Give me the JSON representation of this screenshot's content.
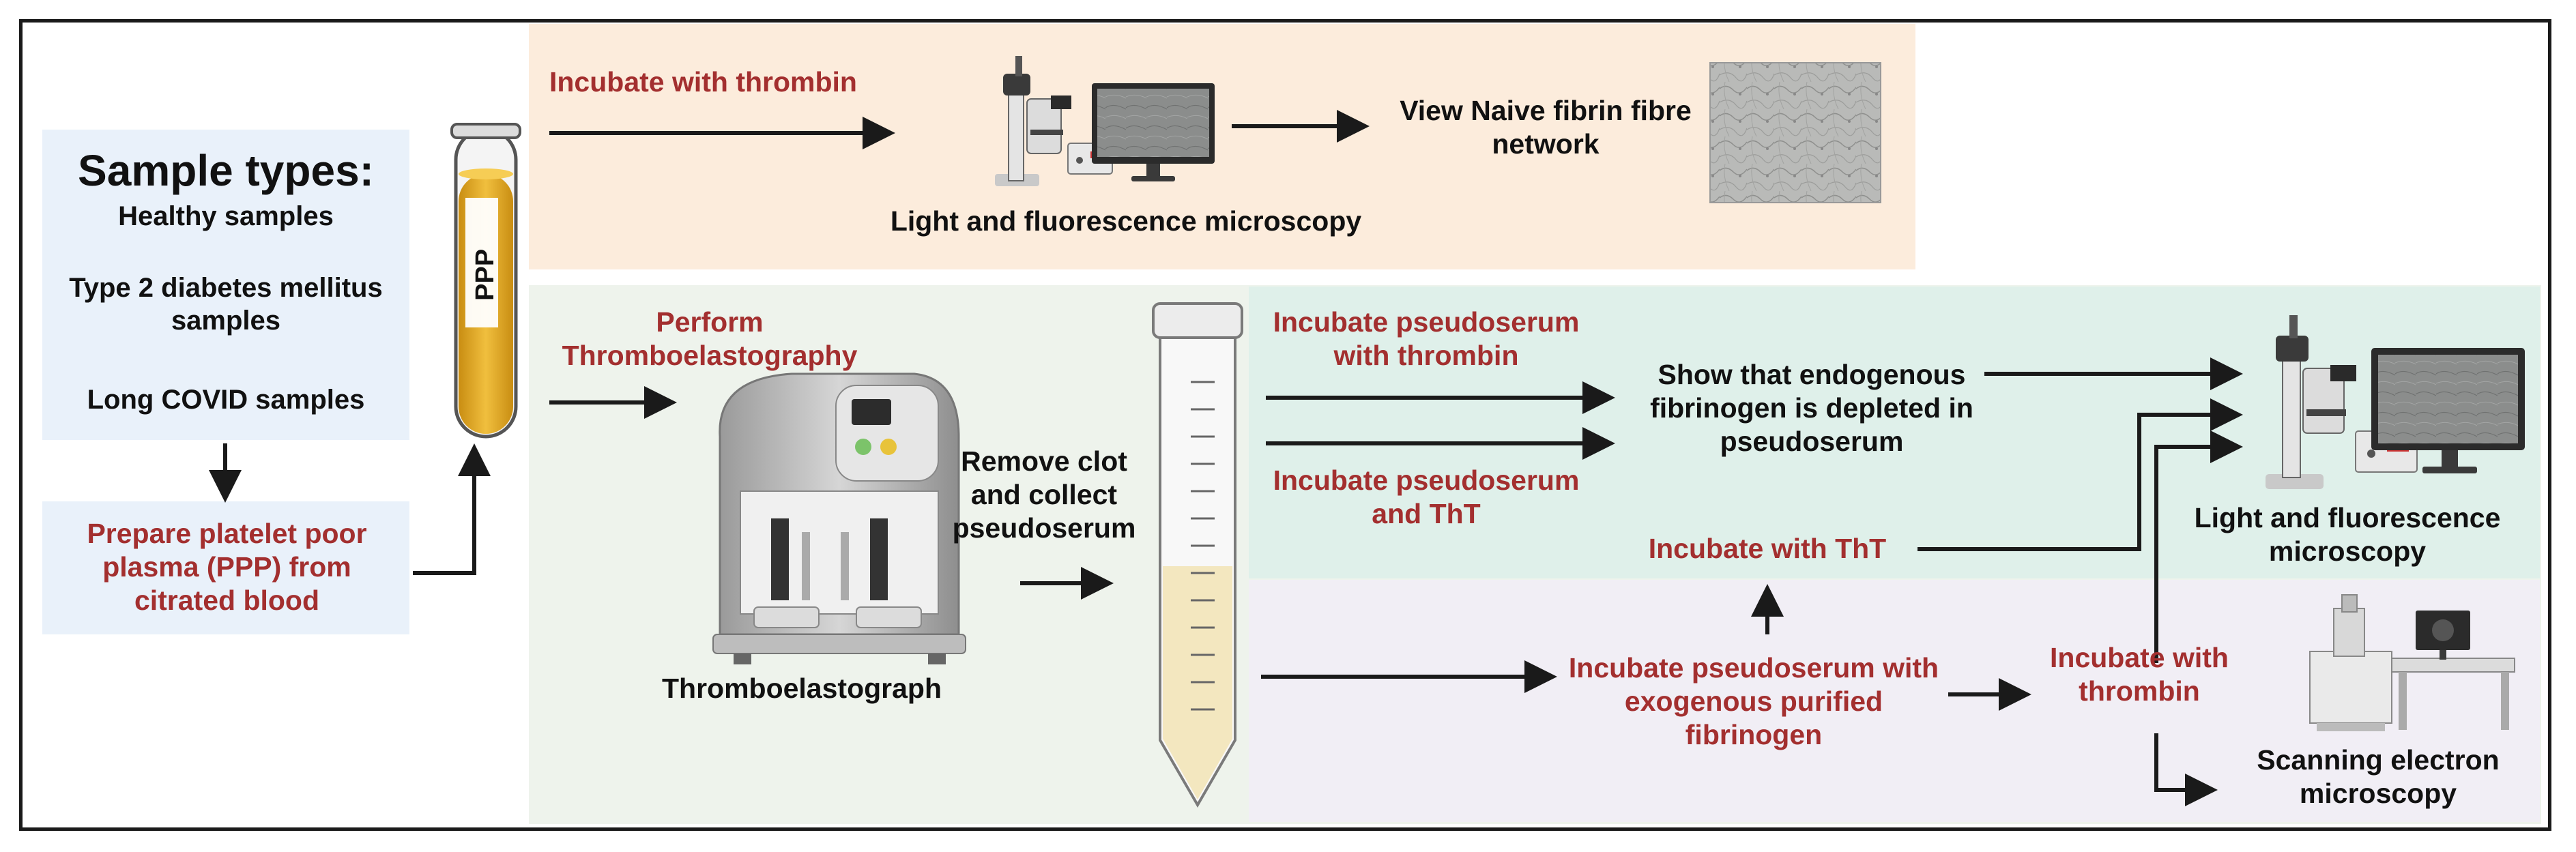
{
  "colors": {
    "step_text": "#a32f2f",
    "label_text": "#111111",
    "sample_panel": "#e9f1fa",
    "top_panel": "#fcecdc",
    "middle_panel": "#eef3ec",
    "tht_panel": "#dff0ea",
    "sem_panel": "#f1eef5",
    "plasma_yellow": "#e2a72c",
    "pseudoserum_yellow": "#f3e7bf",
    "arrow": "#1a1a1a"
  },
  "icons": {
    "ppp_tube": "test-tube-icon",
    "microscope": "microscope-icon",
    "thromboelastograph": "thromboelastograph-icon",
    "falcon_tube": "conical-tube-icon",
    "sem": "scanning-electron-microscope-icon",
    "fibre_image": "fibrin-network-micrograph"
  },
  "samples": {
    "title": "Sample types:",
    "items": [
      "Healthy samples",
      "Type 2 diabetes mellitus samples",
      "Long COVID samples"
    ]
  },
  "prepare": "Prepare platelet poor plasma (PPP) from citrated blood",
  "tube_label": "PPP",
  "top_row": {
    "incubate": "Incubate with thrombin",
    "microscopy": "Light and fluorescence microscopy",
    "view": "View Naive fibrin fibre network"
  },
  "teg": {
    "perform": "Perform Thromboelastography",
    "device": "Thromboelastograph"
  },
  "remove_clot": "Remove clot and collect pseudoserum",
  "branches": {
    "thrombin": "Incubate pseudoserum with thrombin",
    "tht": "Incubate pseudoserum and ThT",
    "show": "Show that endogenous fibrinogen is depleted in pseudoserum",
    "incubate_tht": "Incubate with ThT",
    "exogenous": "Incubate pseudoserum with exogenous purified fibrinogen",
    "incubate_thrombin": "Incubate with thrombin"
  },
  "outputs": {
    "light": "Light and fluorescence microscopy",
    "sem": "Scanning electron microscopy"
  }
}
